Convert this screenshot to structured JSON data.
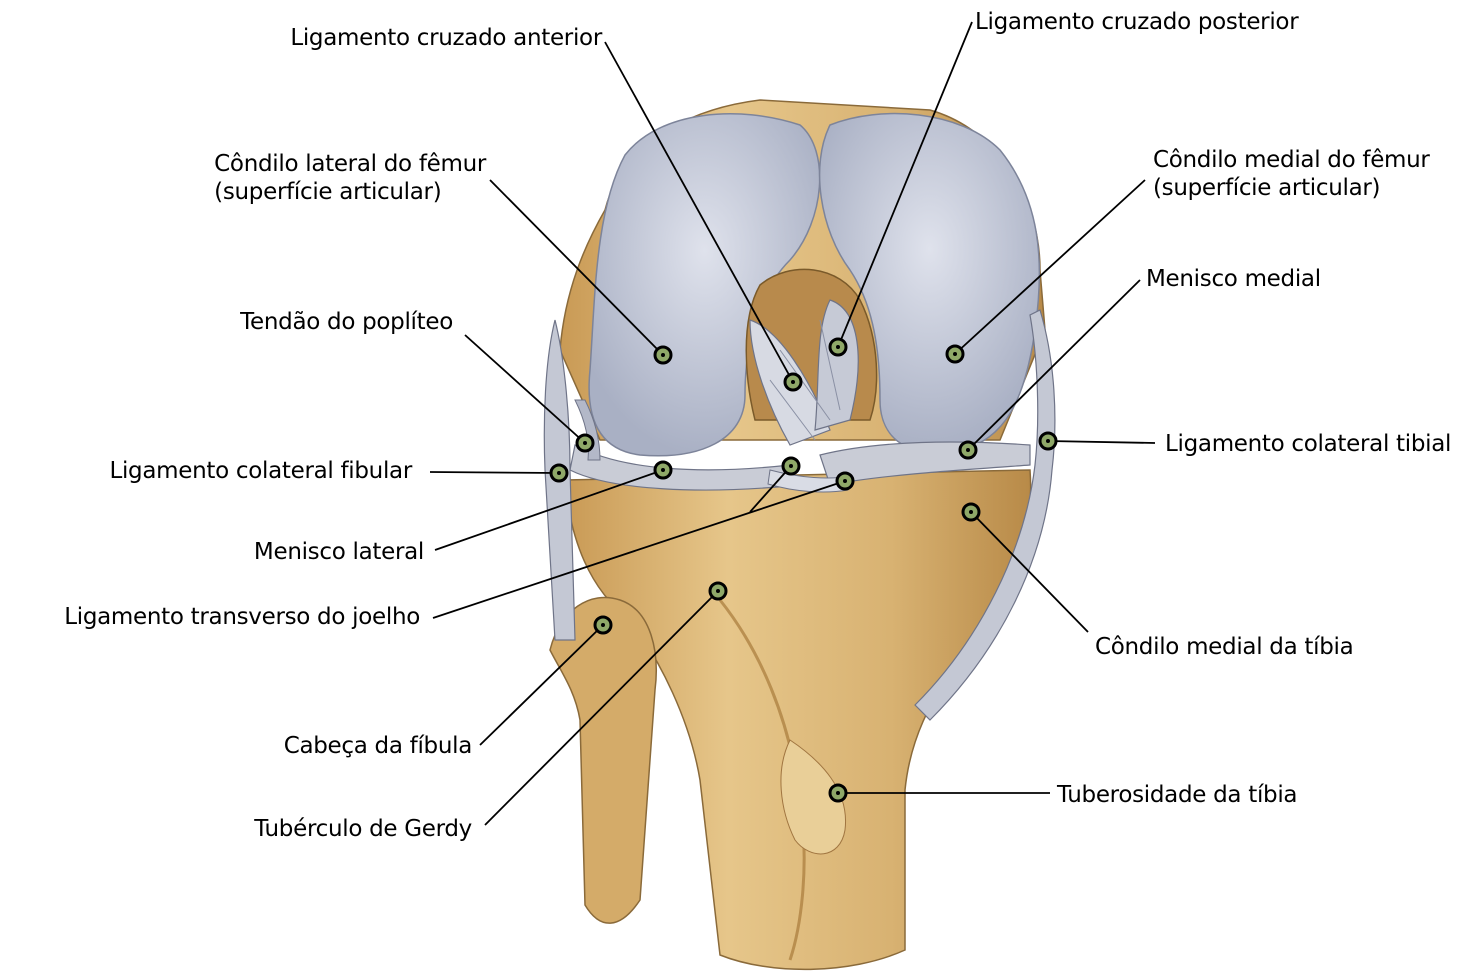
{
  "colors": {
    "background": "#ffffff",
    "cartilage": "#c4c9d8",
    "cartilage_shade": "#98a0b8",
    "bone": "#dcb97a",
    "bone_shade": "#b98e4c",
    "ligament": "#c9ccd6",
    "leader": "#000000",
    "marker_fill": "#8fa868"
  },
  "icons": {
    "marker": "leader-marker-icon"
  },
  "labels": {
    "acl": "Ligamento cruzado anterior",
    "pcl": "Ligamento cruzado posterior",
    "lat_condyle_1": "Côndilo lateral do fêmur",
    "lat_condyle_2": "(superfície articular)",
    "med_condyle_1": "Côndilo medial do fêmur",
    "med_condyle_2": "(superfície articular)",
    "popliteus": "Tendão do poplíteo",
    "med_meniscus": "Menisco medial",
    "fib_collateral": "Ligamento colateral fibular",
    "tib_collateral": "Ligamento colateral tibial",
    "lat_meniscus": "Menisco lateral",
    "transverse": "Ligamento transverso do joelho",
    "med_tib_condyle": "Côndilo medial da tíbia",
    "fibula_head": "Cabeça da fíbula",
    "tib_tuberosity": "Tuberosidade da tíbia",
    "gerdy": "Tubérculo de Gerdy"
  }
}
